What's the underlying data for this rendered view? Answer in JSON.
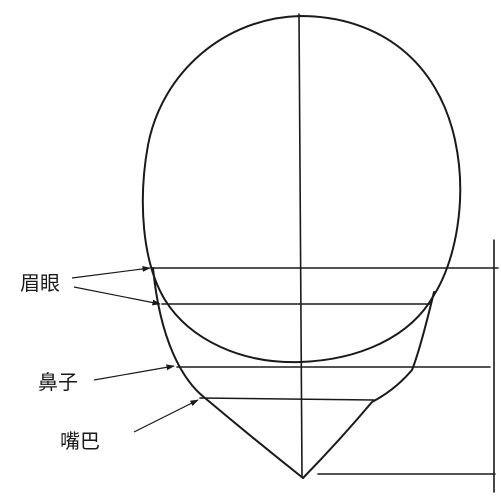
{
  "labels": {
    "brow_eye": "眉眼",
    "nose": "鼻子",
    "mouth": "嘴巴"
  },
  "colors": {
    "line": "#1a1a1a",
    "background": "#ffffff"
  }
}
